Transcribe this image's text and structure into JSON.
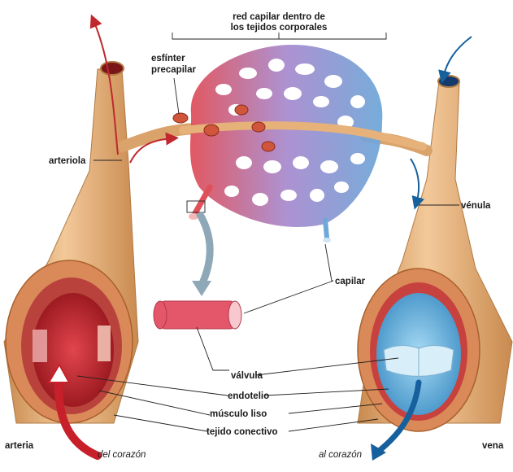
{
  "labels": {
    "network_title_line1": "red capilar dentro de",
    "network_title_line2": "los tejidos corporales",
    "sphincter_line1": "esfínter",
    "sphincter_line2": "precapilar",
    "arteriole": "arteriola",
    "venule": "vénula",
    "capillary": "capilar",
    "valve": "válvula",
    "endothelium": "endotelio",
    "smooth_muscle": "músculo liso",
    "connective_tissue": "tejido conectivo",
    "artery": "arteria",
    "vein": "vena",
    "from_heart": "del corazón",
    "to_heart": "al corazón"
  },
  "colors": {
    "vessel_wall": "#e8b47a",
    "vessel_shadow": "#c98a4f",
    "artery_blood": "#c8202a",
    "vein_blood": "#7cc3ea",
    "capillary_red": "#e0505a",
    "capillary_purple": "#a98ccf",
    "capillary_blue": "#6fa8d8",
    "arrow_red": "#c0282e",
    "arrow_blue": "#16609e"
  }
}
